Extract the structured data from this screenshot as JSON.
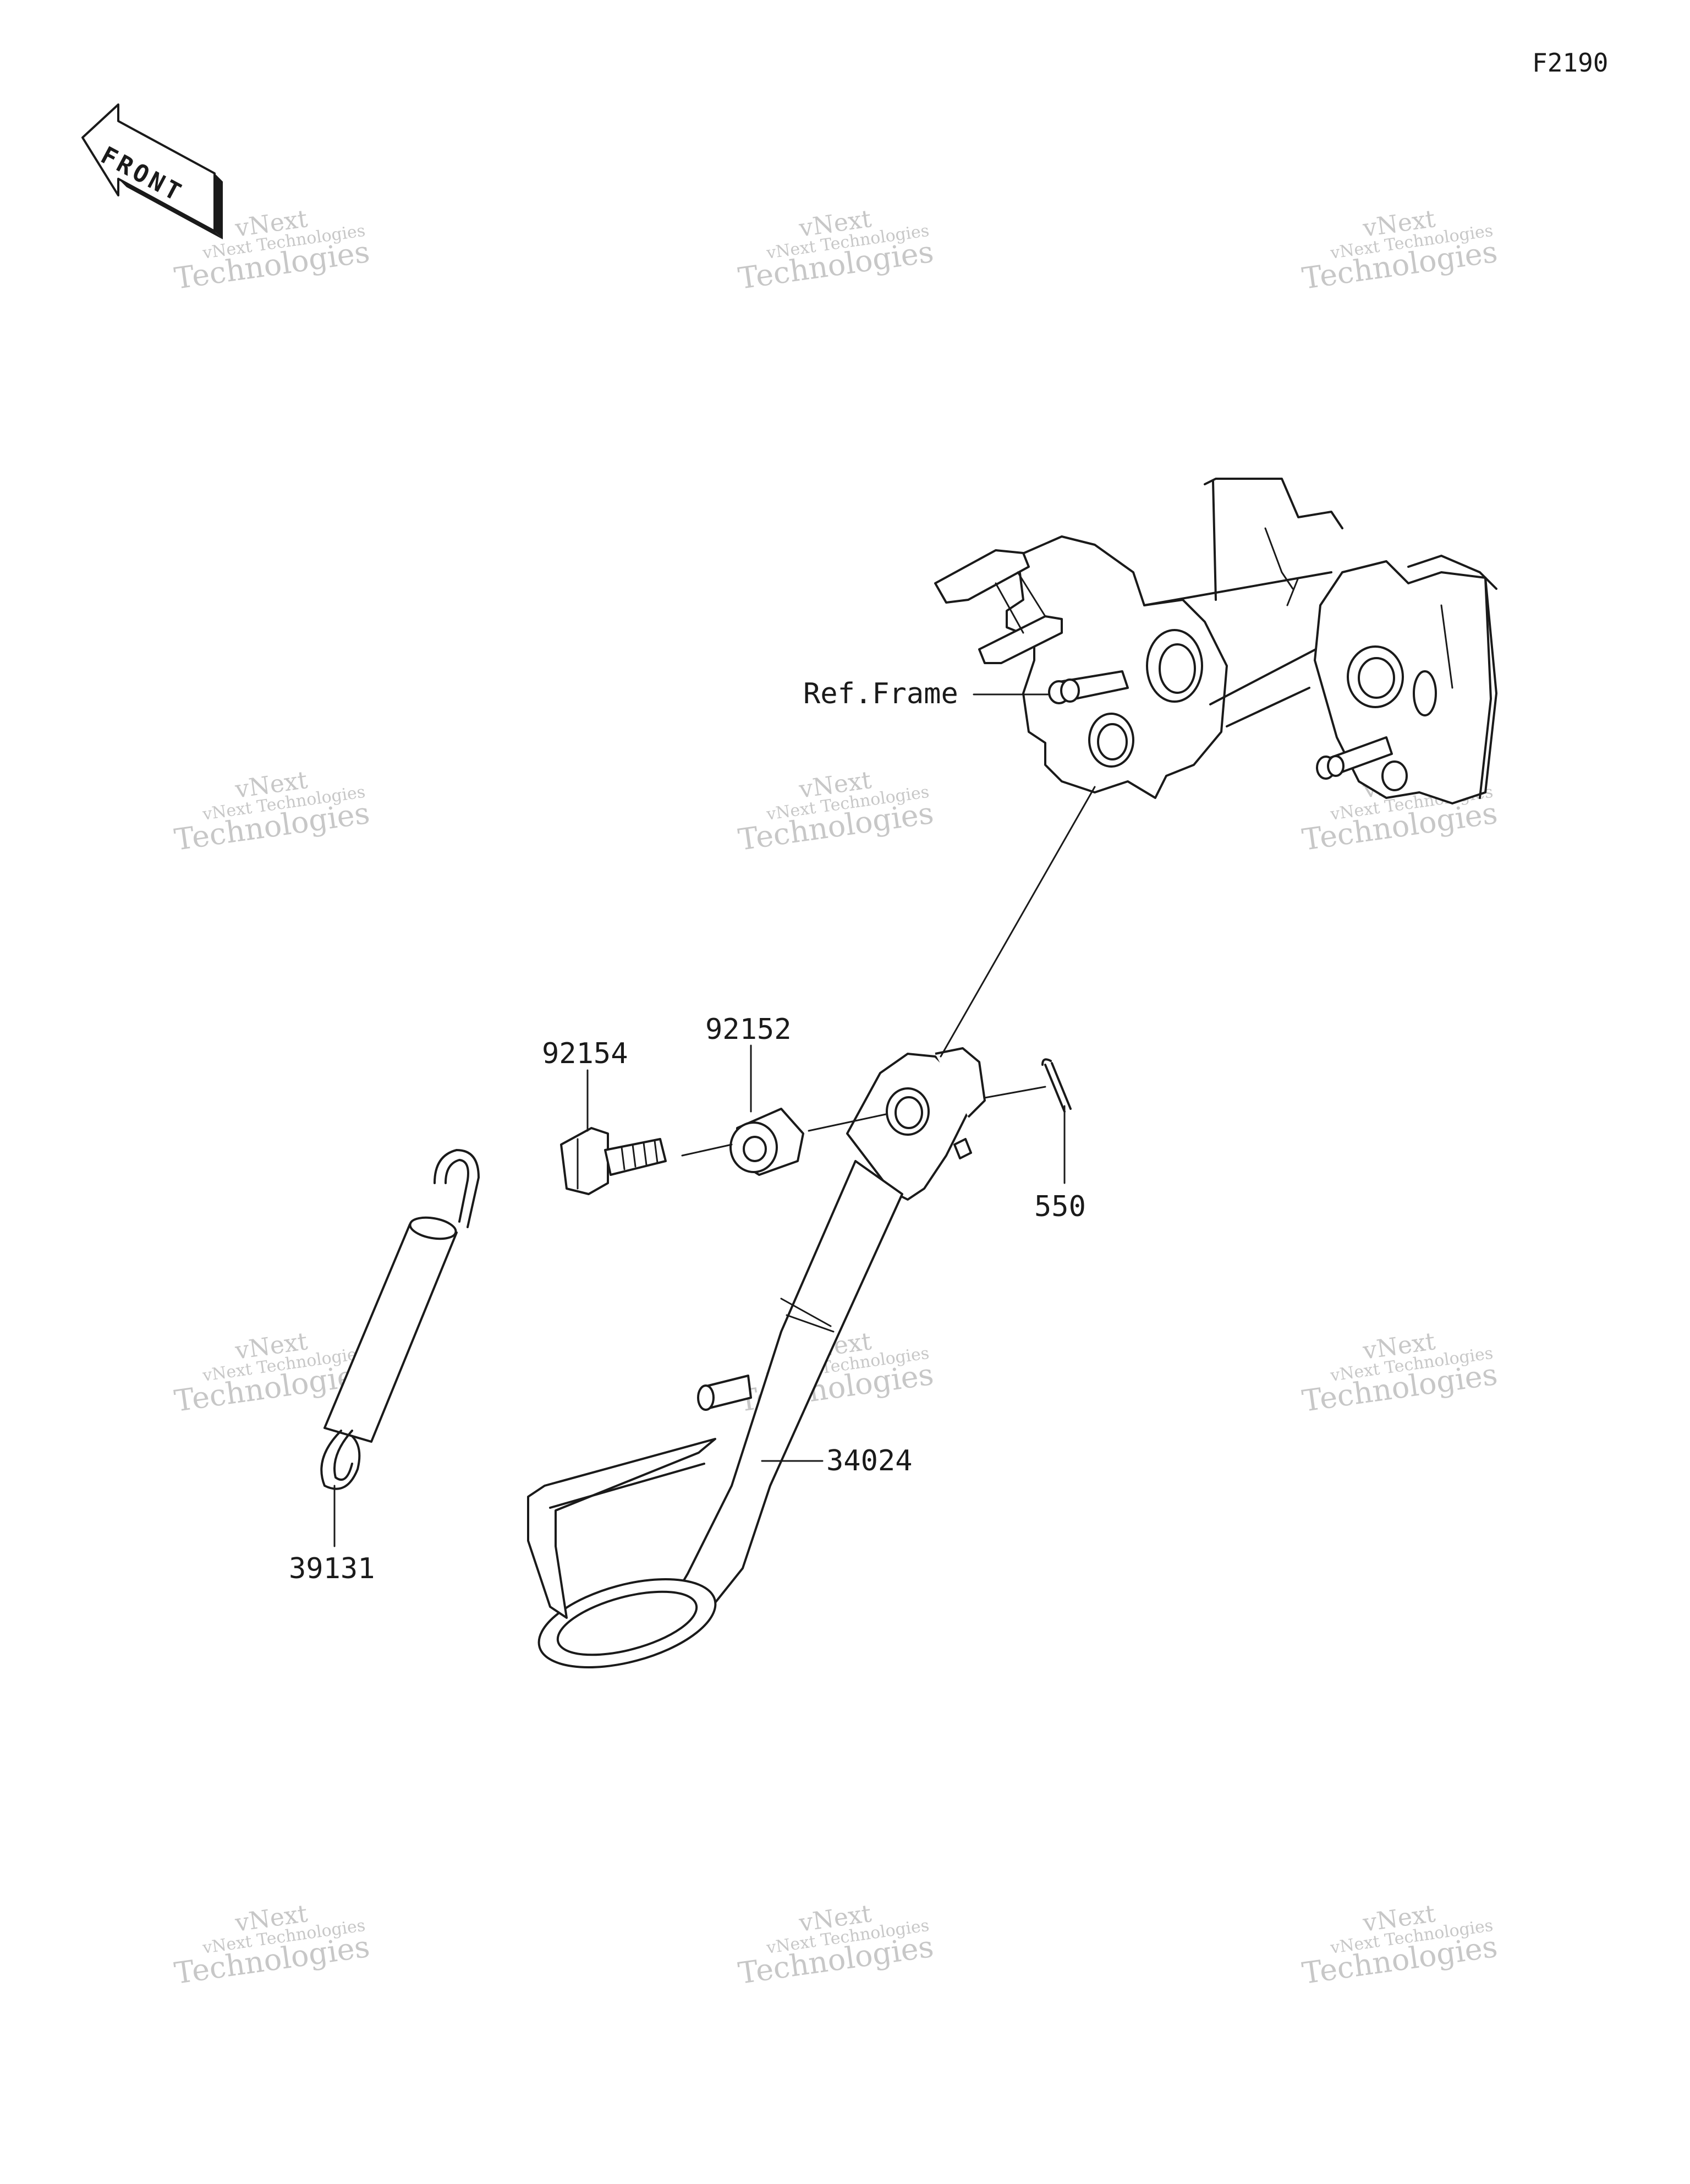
{
  "figure_code": "F2190",
  "front_badge": "FRONT",
  "watermark": {
    "line1": "vNext",
    "line2": "vNext Technologies",
    "line3": "Technologies"
  },
  "parts": [
    {
      "id": "ref-frame",
      "label": "Ref.Frame"
    },
    {
      "id": "bolt",
      "label": "92154"
    },
    {
      "id": "collar",
      "label": "92152"
    },
    {
      "id": "cotter-pin",
      "label": "550"
    },
    {
      "id": "spring",
      "label": "39131"
    },
    {
      "id": "stand",
      "label": "34024"
    }
  ]
}
